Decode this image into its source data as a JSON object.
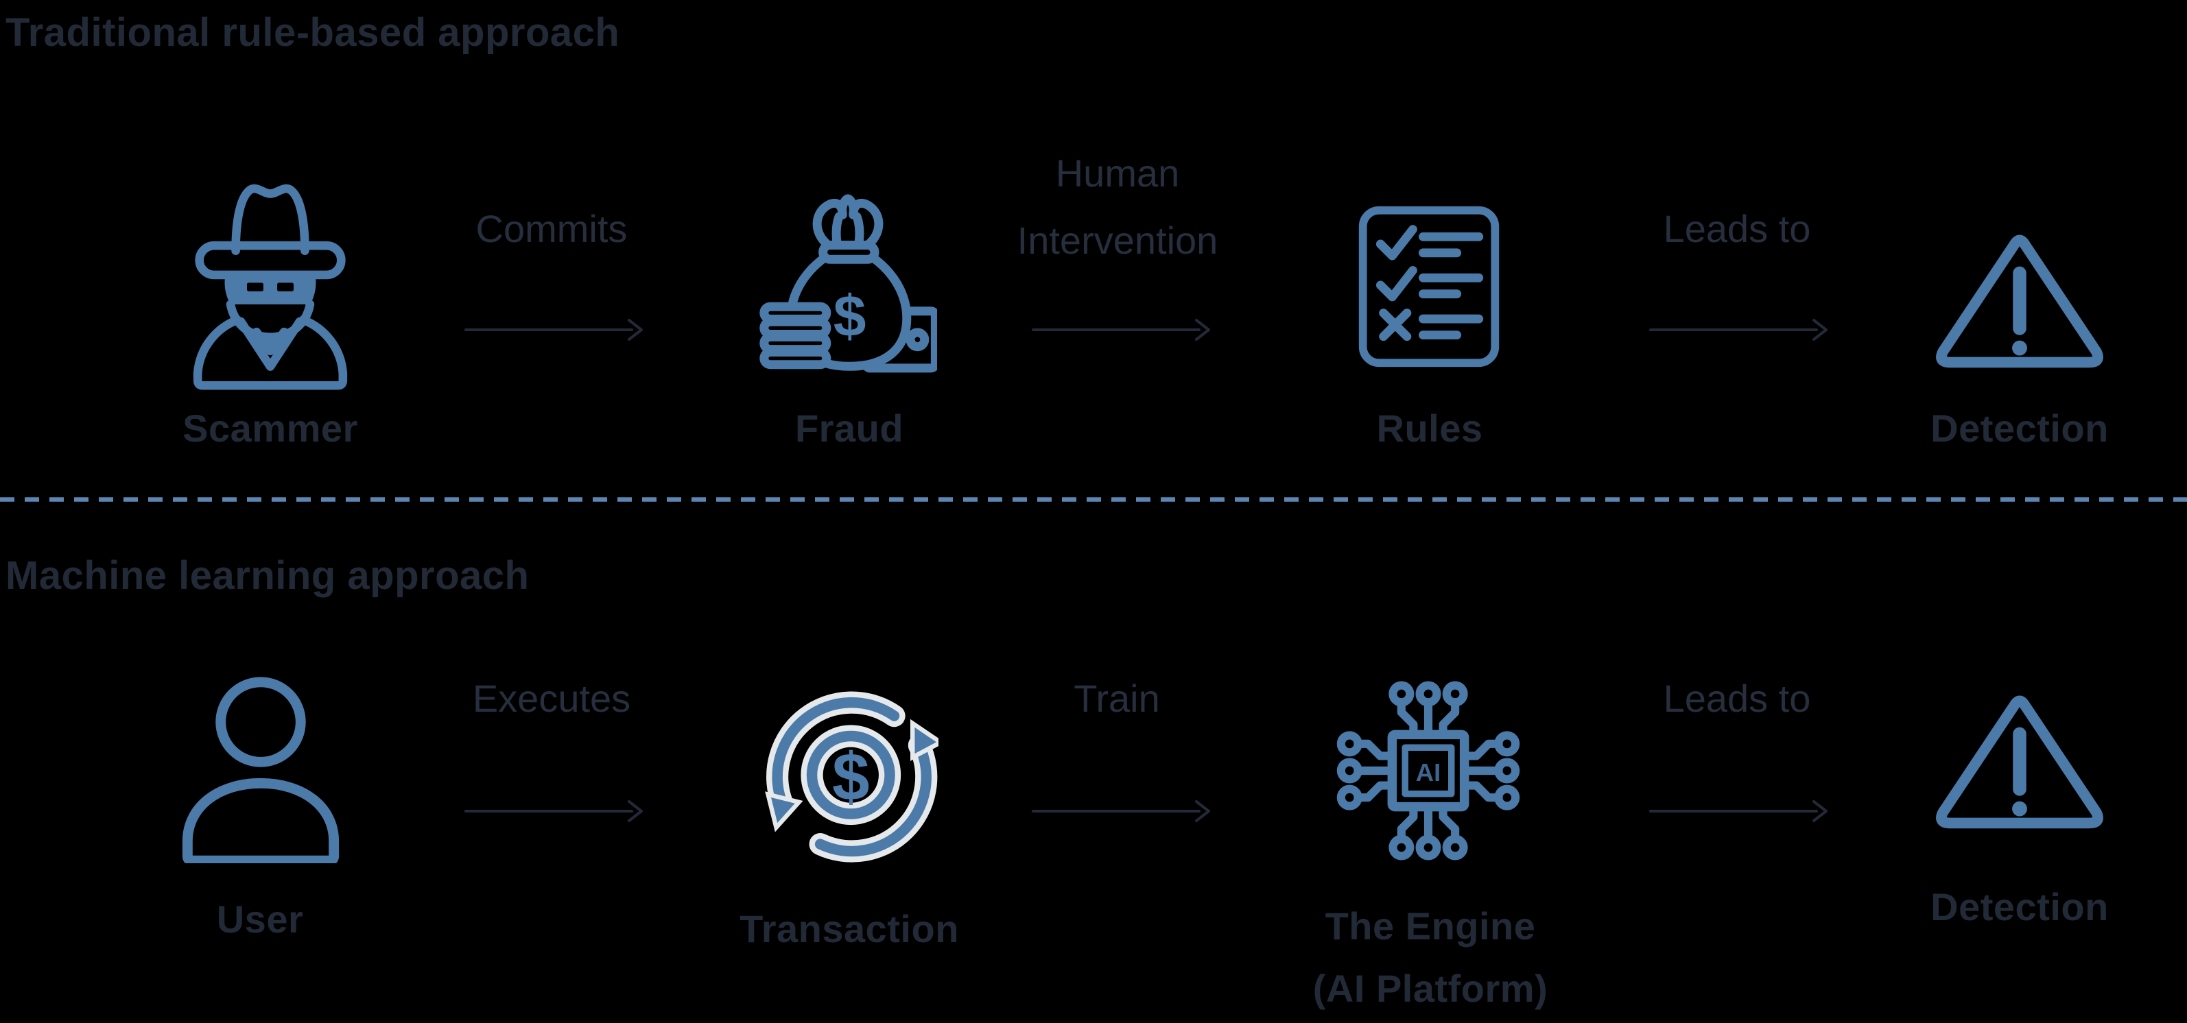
{
  "colors": {
    "background": "#000000",
    "icon_blue": "#4C7BA9",
    "text_dark": "#232A37",
    "text_light": "#272F3E",
    "divider_blue": "#5B86B2",
    "icon_casing": "#E6E9EC",
    "chip_text_blue": "#3D6590"
  },
  "rows": [
    {
      "title": "Traditional rule-based approach",
      "nodes": [
        {
          "label": "Scammer",
          "icon": "spy-icon"
        },
        {
          "label": "Fraud",
          "icon": "money-bag-icon"
        },
        {
          "label": "Rules",
          "icon": "checklist-icon"
        },
        {
          "label": "Detection",
          "icon": "warning-triangle-icon"
        }
      ],
      "connectors": [
        {
          "label": "Commits"
        },
        {
          "label": "Human Intervention"
        },
        {
          "label": "Leads to"
        }
      ]
    },
    {
      "title": "Machine learning approach",
      "nodes": [
        {
          "label": "User",
          "icon": "user-icon"
        },
        {
          "label": "Transaction",
          "icon": "transaction-cycle-icon"
        },
        {
          "label": "The Engine",
          "sublabel": "(AI Platform)",
          "icon": "ai-chip-icon",
          "chip_text": "AI"
        },
        {
          "label": "Detection",
          "icon": "warning-triangle-icon"
        }
      ],
      "connectors": [
        {
          "label": "Executes"
        },
        {
          "label": "Train"
        },
        {
          "label": "Leads to"
        }
      ]
    }
  ]
}
